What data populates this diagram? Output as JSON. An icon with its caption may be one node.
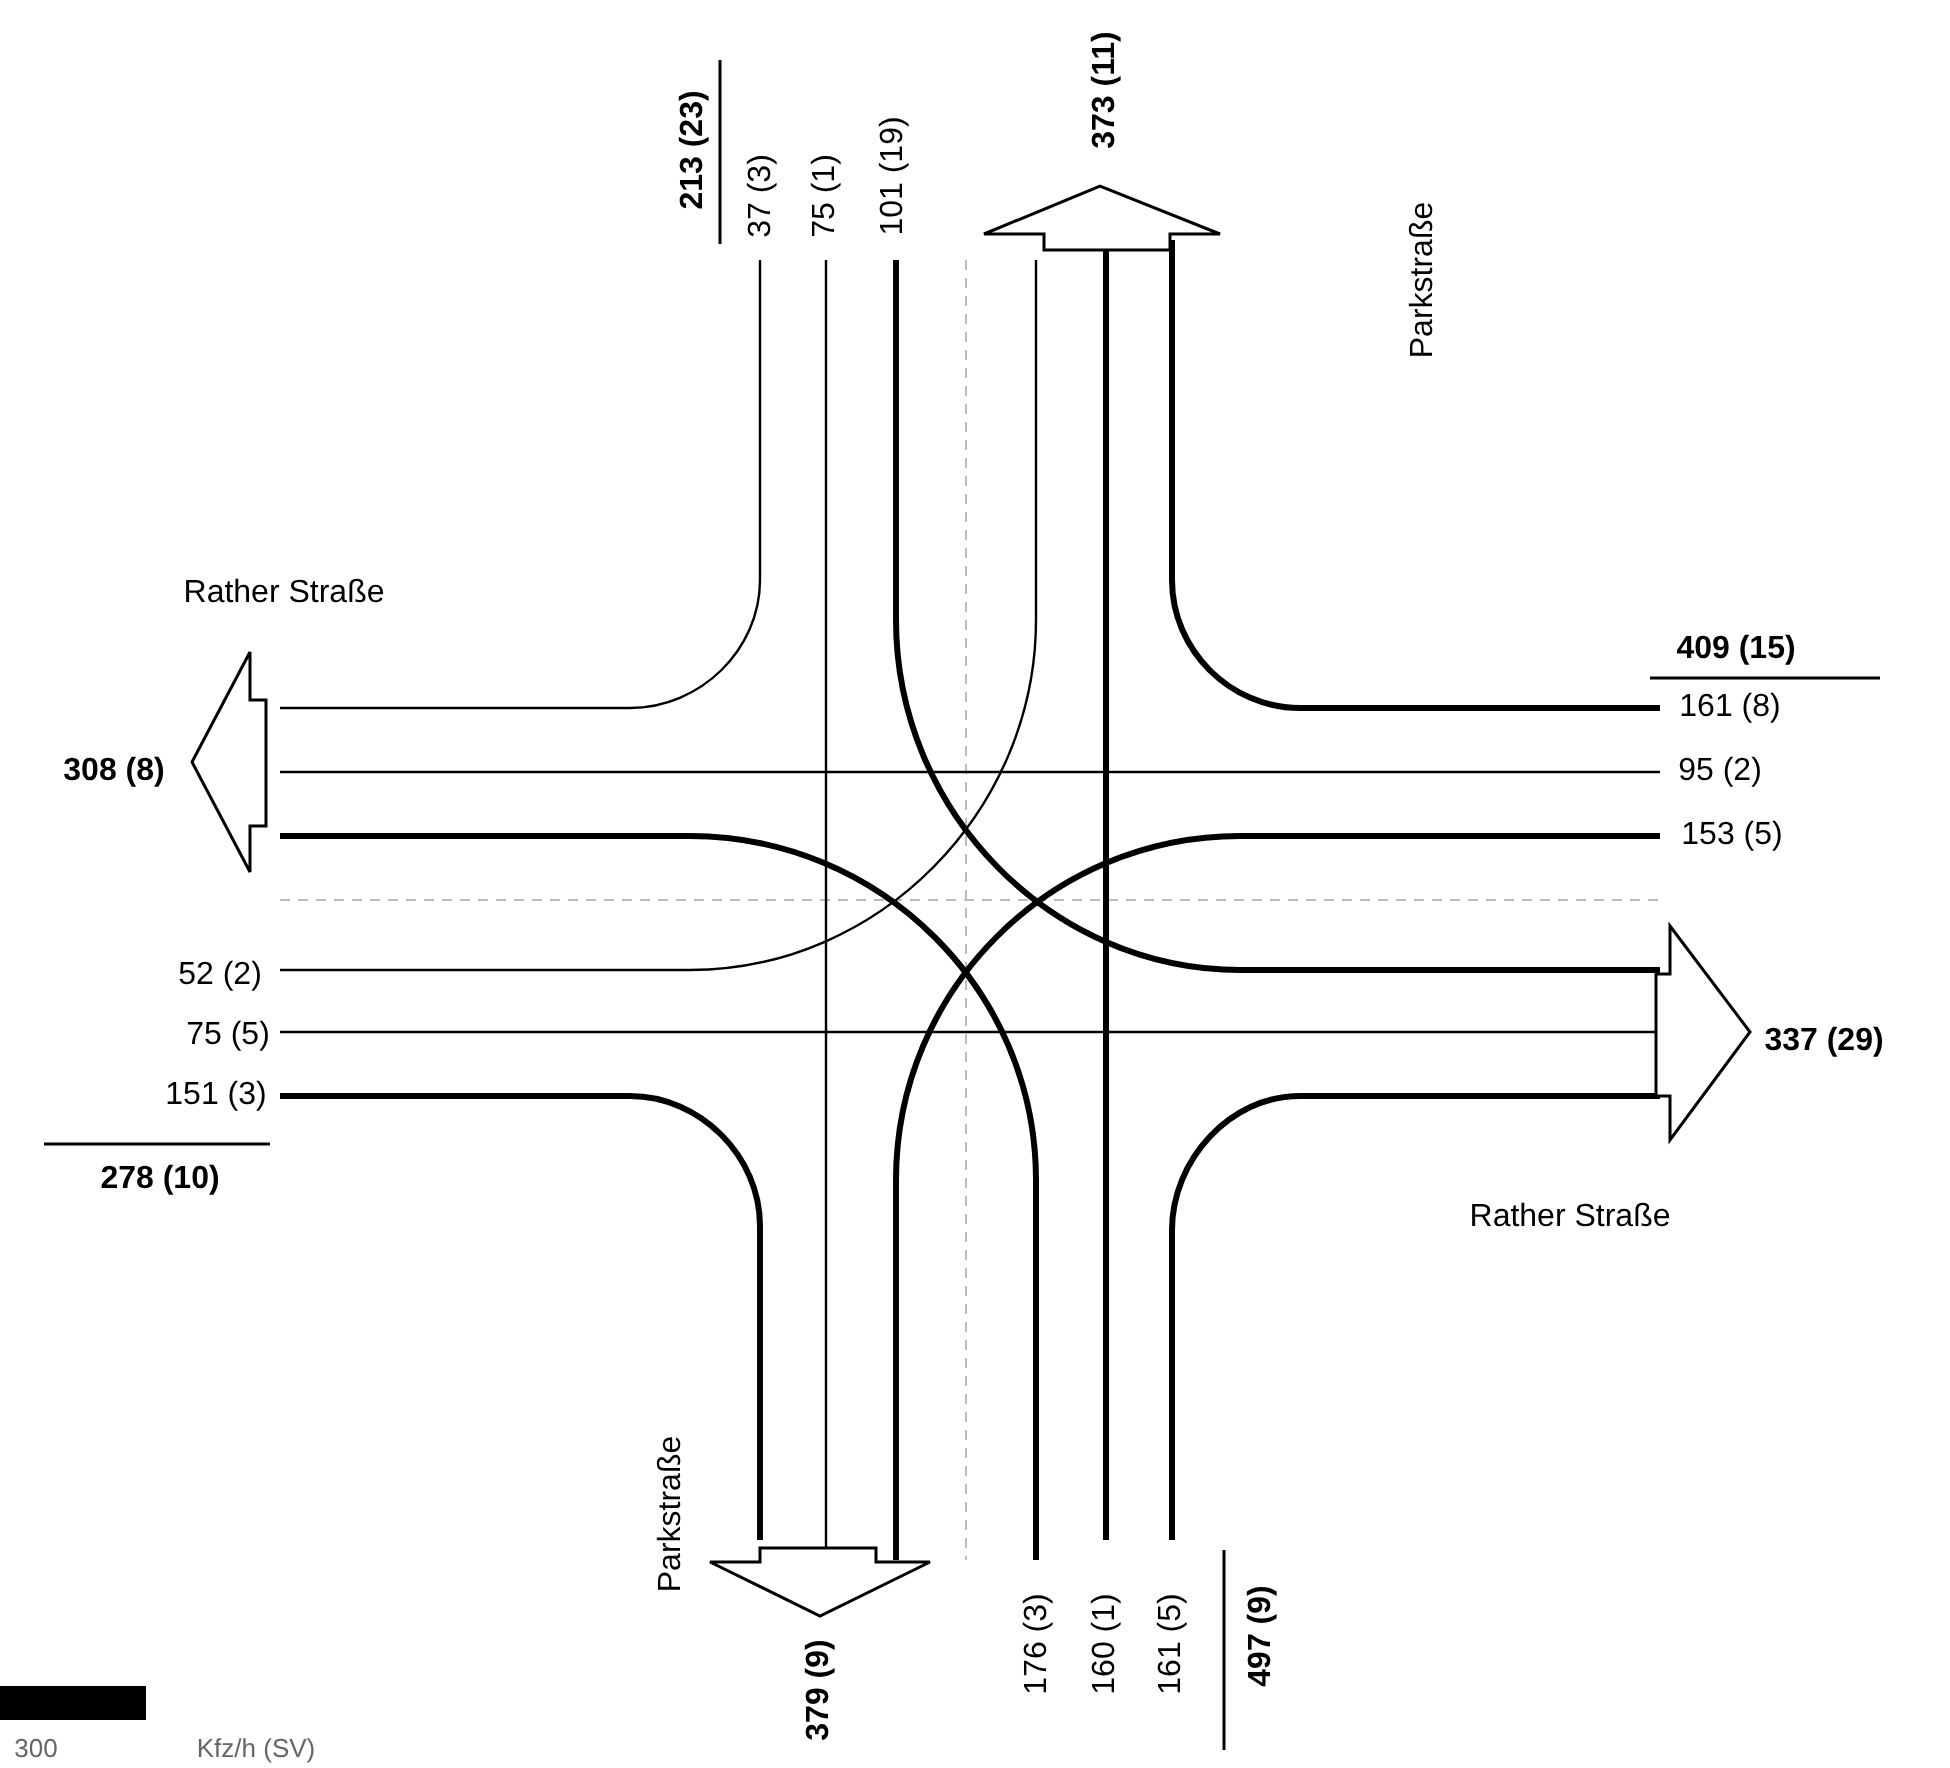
{
  "diagram": {
    "nodes": [
      {
        "text": [],
        "shape": "bar",
        "beside": [
          "300"
        ]
      }
    ],
    "labels": [
      "213 (23)",
      "37 (3)",
      "75 (1)",
      "101 (19)",
      "373 (11)",
      "Parkstraße",
      "Rather Straße",
      "409 (15)",
      "161 (8)",
      "308 (8)",
      "95 (2)",
      "153 (5)",
      "52 (2)",
      "75 (5)",
      "337 (29)",
      "151 (3)",
      "278 (10)",
      "Rather Straße",
      "Parkstraße",
      "176 (3)",
      "160 (1)",
      "161 (5)",
      "497 (9)",
      "379 (9)",
      "Kfz/h (SV)"
    ]
  }
}
